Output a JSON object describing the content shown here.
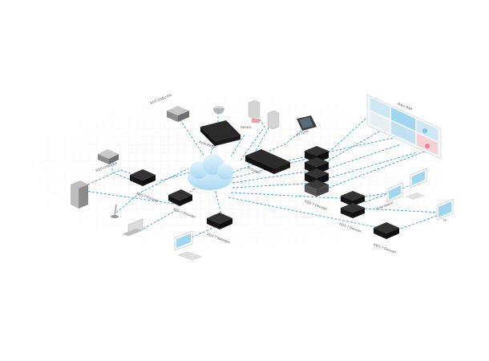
{
  "diagram": {
    "title": "",
    "colors": {
      "link": "#3b9fd6",
      "device_dark": "#1f1f1f",
      "device_gray": "#9a9a9a",
      "cloud": "#bfe3f7",
      "screen": "#9fd6f0",
      "grid": "#e6e9ee"
    },
    "labels": {
      "usb_ext": "KDS-USB2-EN",
      "ir_usb": "KDS-USB2-EN",
      "switch_main": "KVM-PEEP",
      "ir_ctrl": "Sensor",
      "panel": "KT-107S",
      "switch_poe": "IP Switch",
      "encoder_top": "KDS-7-Encoder",
      "encoder_mid": "KDS-7-Encoder",
      "manager": "KDS-7 Manager",
      "rack": "KDS-7 Decoder",
      "decoder_pair": "KDS-7 Decoder",
      "kvm_station": "KVM station",
      "decoder_bottom": "KDS-7 Decoder",
      "video_wall": "Video Wall"
    }
  }
}
